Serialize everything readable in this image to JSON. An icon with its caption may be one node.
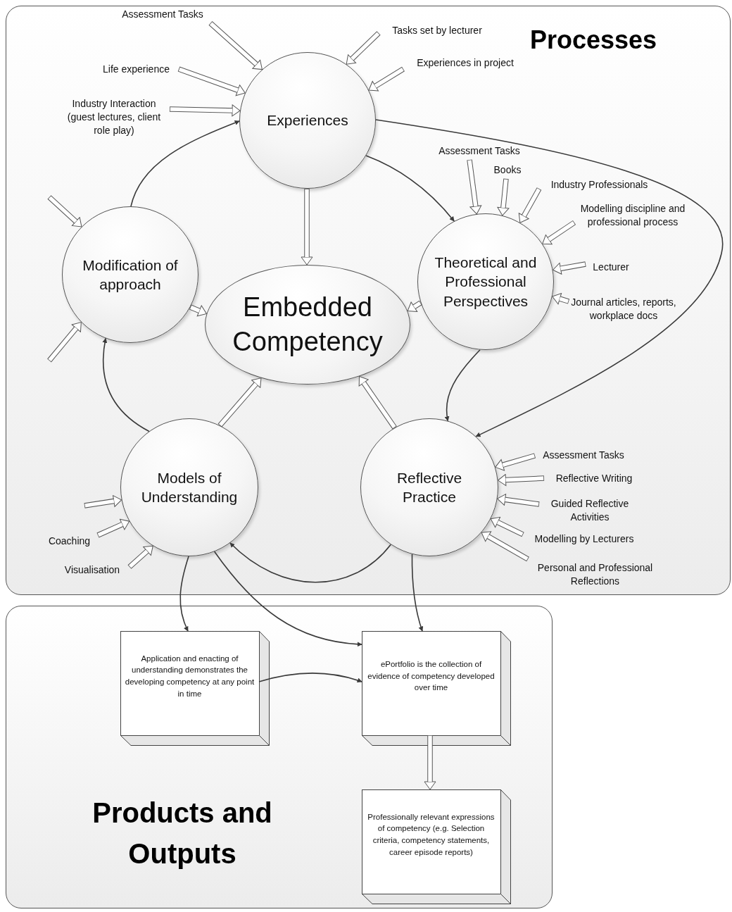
{
  "diagram": {
    "nodes": [
      {
        "text": [
          "Processes"
        ]
      },
      {
        "text": [
          "Products and Outputs"
        ]
      },
      {
        "text": [
          "Experiences"
        ],
        "in": 0
      },
      {
        "text": [
          "Embedded Competency"
        ],
        "in": 0
      },
      {
        "text": [
          "Modification of approach"
        ],
        "in": 0
      },
      {
        "text": [
          "Theoretical and Professional Perspectives"
        ],
        "in": 0
      },
      {
        "text": [
          "Models of Understanding"
        ],
        "in": 0
      },
      {
        "text": [
          "Reflective Practice"
        ],
        "in": 0
      },
      {
        "text": [
          "Assessment Tasks"
        ],
        "in": 0
      },
      {
        "text": [
          "Life experience"
        ],
        "in": 0
      },
      {
        "text": [
          "Industry Interaction (guest lectures, client role play)"
        ],
        "in": 0
      },
      {
        "text": [
          "Tasks set by lecturer"
        ],
        "in": 0
      },
      {
        "text": [
          "Experiences in project"
        ],
        "in": 0
      },
      {
        "text": [
          "Assessment Tasks"
        ],
        "in": 0
      },
      {
        "text": [
          "Books"
        ],
        "in": 0
      },
      {
        "text": [
          "Industry Professionals"
        ],
        "in": 0
      },
      {
        "text": [
          "Modelling discipline and professional process"
        ],
        "in": 0
      },
      {
        "text": [
          "Lecturer"
        ],
        "in": 0
      },
      {
        "text": [
          "Journal articles, reports, workplace docs"
        ],
        "in": 0
      },
      {
        "text": [
          "Assessment Tasks"
        ],
        "in": 0
      },
      {
        "text": [
          "Reflective Writing"
        ],
        "in": 0
      },
      {
        "text": [
          "Guided Reflective Activities"
        ],
        "in": 0
      },
      {
        "text": [
          "Modelling by Lecturers"
        ],
        "in": 0
      },
      {
        "text": [
          "Personal and Professional Reflections"
        ],
        "in": 0
      },
      {
        "text": [
          "Coaching"
        ],
        "in": 0
      },
      {
        "text": [
          "Visualisation"
        ],
        "in": 0
      },
      {
        "text": [
          "Application and enacting of understanding demonstrates the developing competency at any point in time"
        ],
        "in": 1
      },
      {
        "text": [
          "ePortfolio is the collection of evidence of competency developed over time"
        ],
        "in": 1
      },
      {
        "text": [
          "Professionally relevant expressions of competency (e.g. Selection criteria, competency statements, career episode reports)"
        ],
        "in": 1
      }
    ],
    "edges": [
      {
        "from": 8,
        "to": 2,
        "arrow": "to"
      },
      {
        "from": 9,
        "to": 2,
        "arrow": "to"
      },
      {
        "from": 10,
        "to": 2,
        "arrow": "to"
      },
      {
        "from": 11,
        "to": 2,
        "arrow": "to"
      },
      {
        "from": 12,
        "to": 2,
        "arrow": "to"
      },
      {
        "from": null,
        "to": 4,
        "arrow": "to"
      },
      {
        "from": null,
        "to": 4,
        "arrow": "to"
      },
      {
        "from": 13,
        "to": 5,
        "arrow": "to"
      },
      {
        "from": 14,
        "to": 5,
        "arrow": "to"
      },
      {
        "from": 15,
        "to": 5,
        "arrow": "to"
      },
      {
        "from": 16,
        "to": 5,
        "arrow": "to"
      },
      {
        "from": 17,
        "to": 5,
        "arrow": "to"
      },
      {
        "from": 18,
        "to": 5,
        "arrow": "to"
      },
      {
        "from": 19,
        "to": 7,
        "arrow": "to"
      },
      {
        "from": 20,
        "to": 7,
        "arrow": "to"
      },
      {
        "from": 21,
        "to": 7,
        "arrow": "to"
      },
      {
        "from": 22,
        "to": 7,
        "arrow": "to"
      },
      {
        "from": 23,
        "to": 7,
        "arrow": "to"
      },
      {
        "from": null,
        "to": 6,
        "arrow": "to"
      },
      {
        "from": 24,
        "to": 6,
        "arrow": "to"
      },
      {
        "from": 25,
        "to": 6,
        "arrow": "to"
      },
      {
        "from": 2,
        "to": 3,
        "arrow": "to"
      },
      {
        "from": 4,
        "to": 3,
        "arrow": "to"
      },
      {
        "from": 5,
        "to": 3,
        "arrow": "to"
      },
      {
        "from": 6,
        "to": 3,
        "arrow": "to"
      },
      {
        "from": 7,
        "to": 3,
        "arrow": "to"
      },
      {
        "from": 4,
        "to": 2,
        "arrow": "to"
      },
      {
        "from": 2,
        "to": 5,
        "arrow": "to"
      },
      {
        "from": 2,
        "to": 7,
        "arrow": "to"
      },
      {
        "from": 5,
        "to": 7,
        "arrow": "to"
      },
      {
        "from": 7,
        "to": 6,
        "arrow": "to"
      },
      {
        "from": 6,
        "to": 4,
        "arrow": "to"
      },
      {
        "from": 6,
        "to": 26,
        "arrow": "to"
      },
      {
        "from": 6,
        "to": 27,
        "arrow": "to"
      },
      {
        "from": 7,
        "to": 27,
        "arrow": "to"
      },
      {
        "from": 26,
        "to": 27,
        "arrow": "to"
      },
      {
        "from": 27,
        "to": 28,
        "arrow": "to"
      }
    ]
  }
}
